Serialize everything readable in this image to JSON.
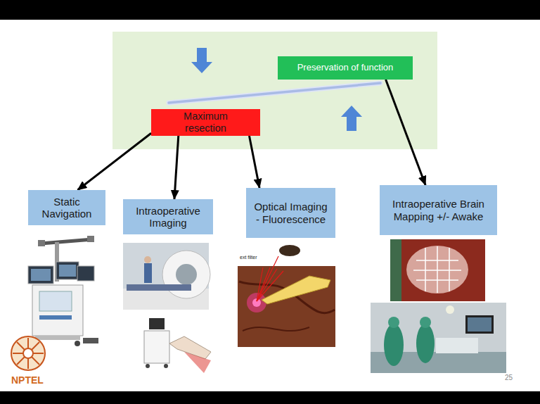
{
  "diagram": {
    "nodes": [
      {
        "text": [
          "Preservation of function"
        ]
      },
      {
        "text": [
          "Maximum resection"
        ]
      },
      {
        "text": [
          "Static Navigation"
        ]
      },
      {
        "text": [
          "Intraoperative Imaging"
        ]
      },
      {
        "text": [
          "Optical Imaging - Fluorescence"
        ]
      },
      {
        "text": [
          "Intraoperative Brain Mapping +/- Awake"
        ]
      }
    ],
    "edges": [
      {
        "from": 1,
        "to": 2,
        "arrow": "to"
      },
      {
        "from": 1,
        "to": 3,
        "arrow": "to"
      },
      {
        "from": 1,
        "to": 4,
        "arrow": "to"
      },
      {
        "from": 0,
        "to": 5,
        "arrow": "to"
      }
    ],
    "labels": [
      "ext filter",
      "NPTEL",
      "25"
    ]
  }
}
